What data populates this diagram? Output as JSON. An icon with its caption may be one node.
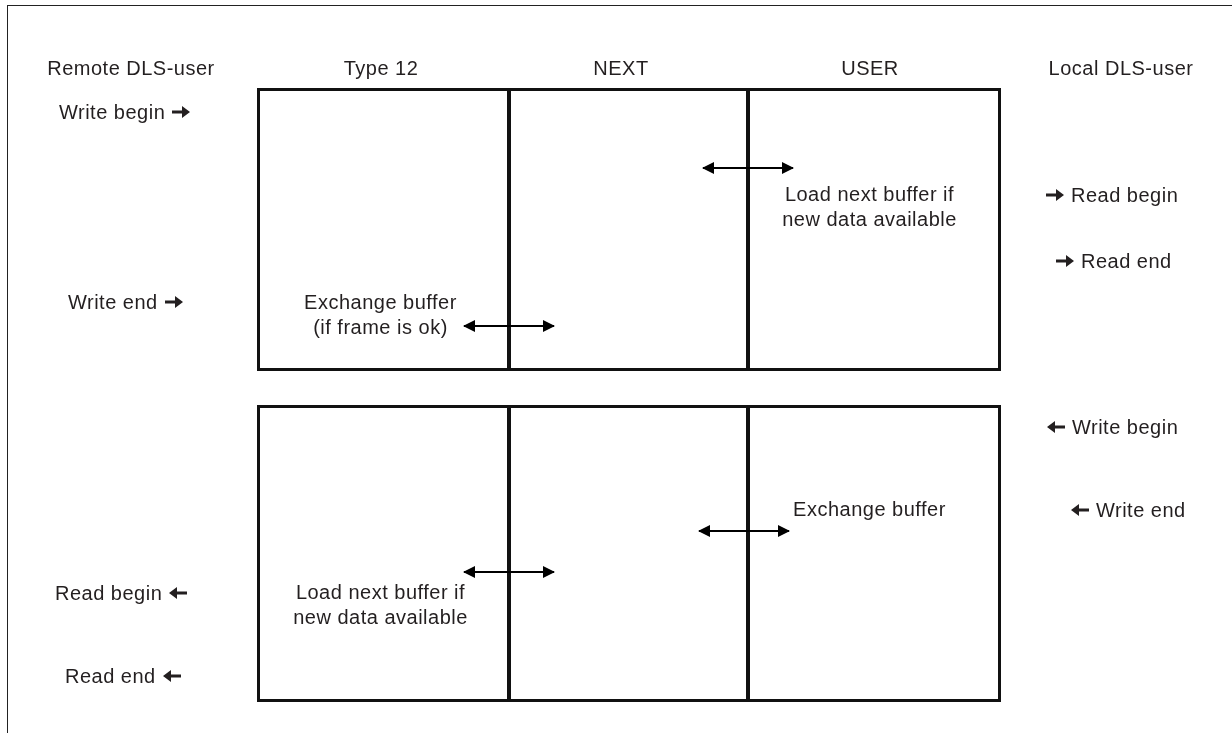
{
  "diagram": {
    "nodes": [
      {
        "text": [
          "Exchange buffer (if frame is ok)"
        ]
      },
      {
        "text": [],
        "shape": "box"
      },
      {
        "text": [
          "Load next buffer if new data available"
        ]
      },
      {
        "text": [
          "Load next buffer if new data available"
        ]
      },
      {
        "text": [],
        "shape": "box"
      },
      {
        "text": [
          "Exchange buffer"
        ]
      }
    ],
    "edges": [
      {
        "from": 1,
        "to": 2,
        "arrow": "both"
      },
      {
        "from": 0,
        "to": 1,
        "arrow": "both"
      },
      {
        "from": 4,
        "to": 5,
        "arrow": "both"
      },
      {
        "from": 3,
        "to": 4,
        "arrow": "both"
      }
    ],
    "labels": [
      "Remote DLS-user",
      "Type 12",
      "NEXT",
      "USER",
      "Local DLS-user",
      "Write begin",
      "Read begin",
      "Read end",
      "Write end",
      "Write begin",
      "Write end",
      "Read begin",
      "Read end"
    ]
  }
}
